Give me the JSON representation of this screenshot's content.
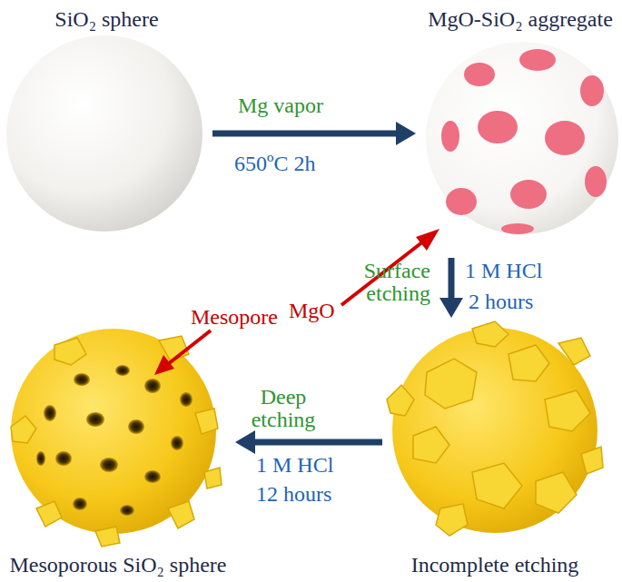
{
  "diagram": {
    "nodes": [
      {
        "text": [
          "SiO₂ sphere"
        ]
      },
      {
        "text": [
          "MgO-SiO₂ aggregate"
        ]
      },
      {
        "text": [
          "Incomplete etching"
        ]
      },
      {
        "text": [
          "Mesoporous  SiO₂ sphere"
        ]
      }
    ],
    "edges": [
      {
        "from": 0,
        "to": 1,
        "arrow": "to",
        "label": "Mg vapor"
      },
      {
        "from": 1,
        "to": 2,
        "arrow": "to",
        "label": "Surface etching"
      },
      {
        "from": 2,
        "to": 3,
        "arrow": "to",
        "label": "Deep etching"
      }
    ],
    "labels": [
      "650ºC  2h",
      "MgO",
      "1 M HCl",
      "2 hours",
      "Mesopore",
      "1 M HCl",
      "12 hours"
    ]
  }
}
